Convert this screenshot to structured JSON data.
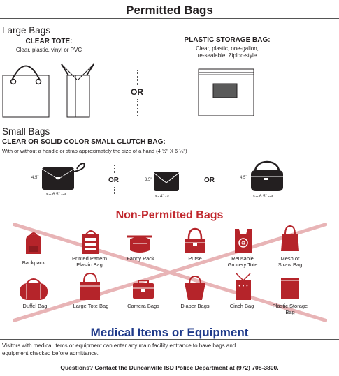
{
  "title": "Permitted Bags",
  "large": {
    "heading": "Large Bags",
    "tote_title": "CLEAR TOTE:",
    "tote_desc": "Clear, plastic, vinyl or PVC",
    "or": "OR",
    "plastic_title": "PLASTIC STORAGE BAG:",
    "plastic_desc1": "Clear, plastic, one-gallon,",
    "plastic_desc2": "re-sealable, Ziploc-style"
  },
  "small": {
    "heading": "Small Bags",
    "clutch_title": "CLEAR OR SOLID COLOR SMALL CLUTCH BAG:",
    "clutch_desc": "With or without a handle or strap approximately the size of a hand (4 ½\" X 6 ½\")",
    "or": "OR",
    "dims": {
      "h1": "4.5\"",
      "w1": "<-- 6.5\" -->",
      "h2": "3.5\"",
      "w2": "<- 4\" ->",
      "h3": "4.5\"",
      "w3": "<-- 6.5\" -->"
    }
  },
  "non_permitted": {
    "title": "Non-Permitted Bags",
    "items": [
      {
        "label1": "Backpack",
        "label2": ""
      },
      {
        "label1": "Printed Pattern",
        "label2": "Plastic Bag"
      },
      {
        "label1": "Fanny Pack",
        "label2": ""
      },
      {
        "label1": "Purse",
        "label2": ""
      },
      {
        "label1": "Reusable",
        "label2": "Grocery Tote"
      },
      {
        "label1": "Mesh or",
        "label2": "Straw Bag"
      },
      {
        "label1": "Duffel Bag",
        "label2": ""
      },
      {
        "label1": "Large Tote Bag",
        "label2": ""
      },
      {
        "label1": "Camera Bags",
        "label2": ""
      },
      {
        "label1": "Diaper Bags",
        "label2": ""
      },
      {
        "label1": "Cinch Bag",
        "label2": ""
      },
      {
        "label1": "Plastic Storage",
        "label2": "Bag"
      }
    ]
  },
  "medical": {
    "title": "Medical Items or Equipment",
    "text1": "Visitors with medical items or equipment can enter any main facility entrance to have bags and",
    "text2": "equipment checked before admittance."
  },
  "contact": "Questions? Contact the Duncanville ISD Police Department at (972) 708-3800.",
  "colors": {
    "red": "#c1272d",
    "icon_red": "#b5242a",
    "blue": "#1f3a8a",
    "dark": "#231f20"
  }
}
